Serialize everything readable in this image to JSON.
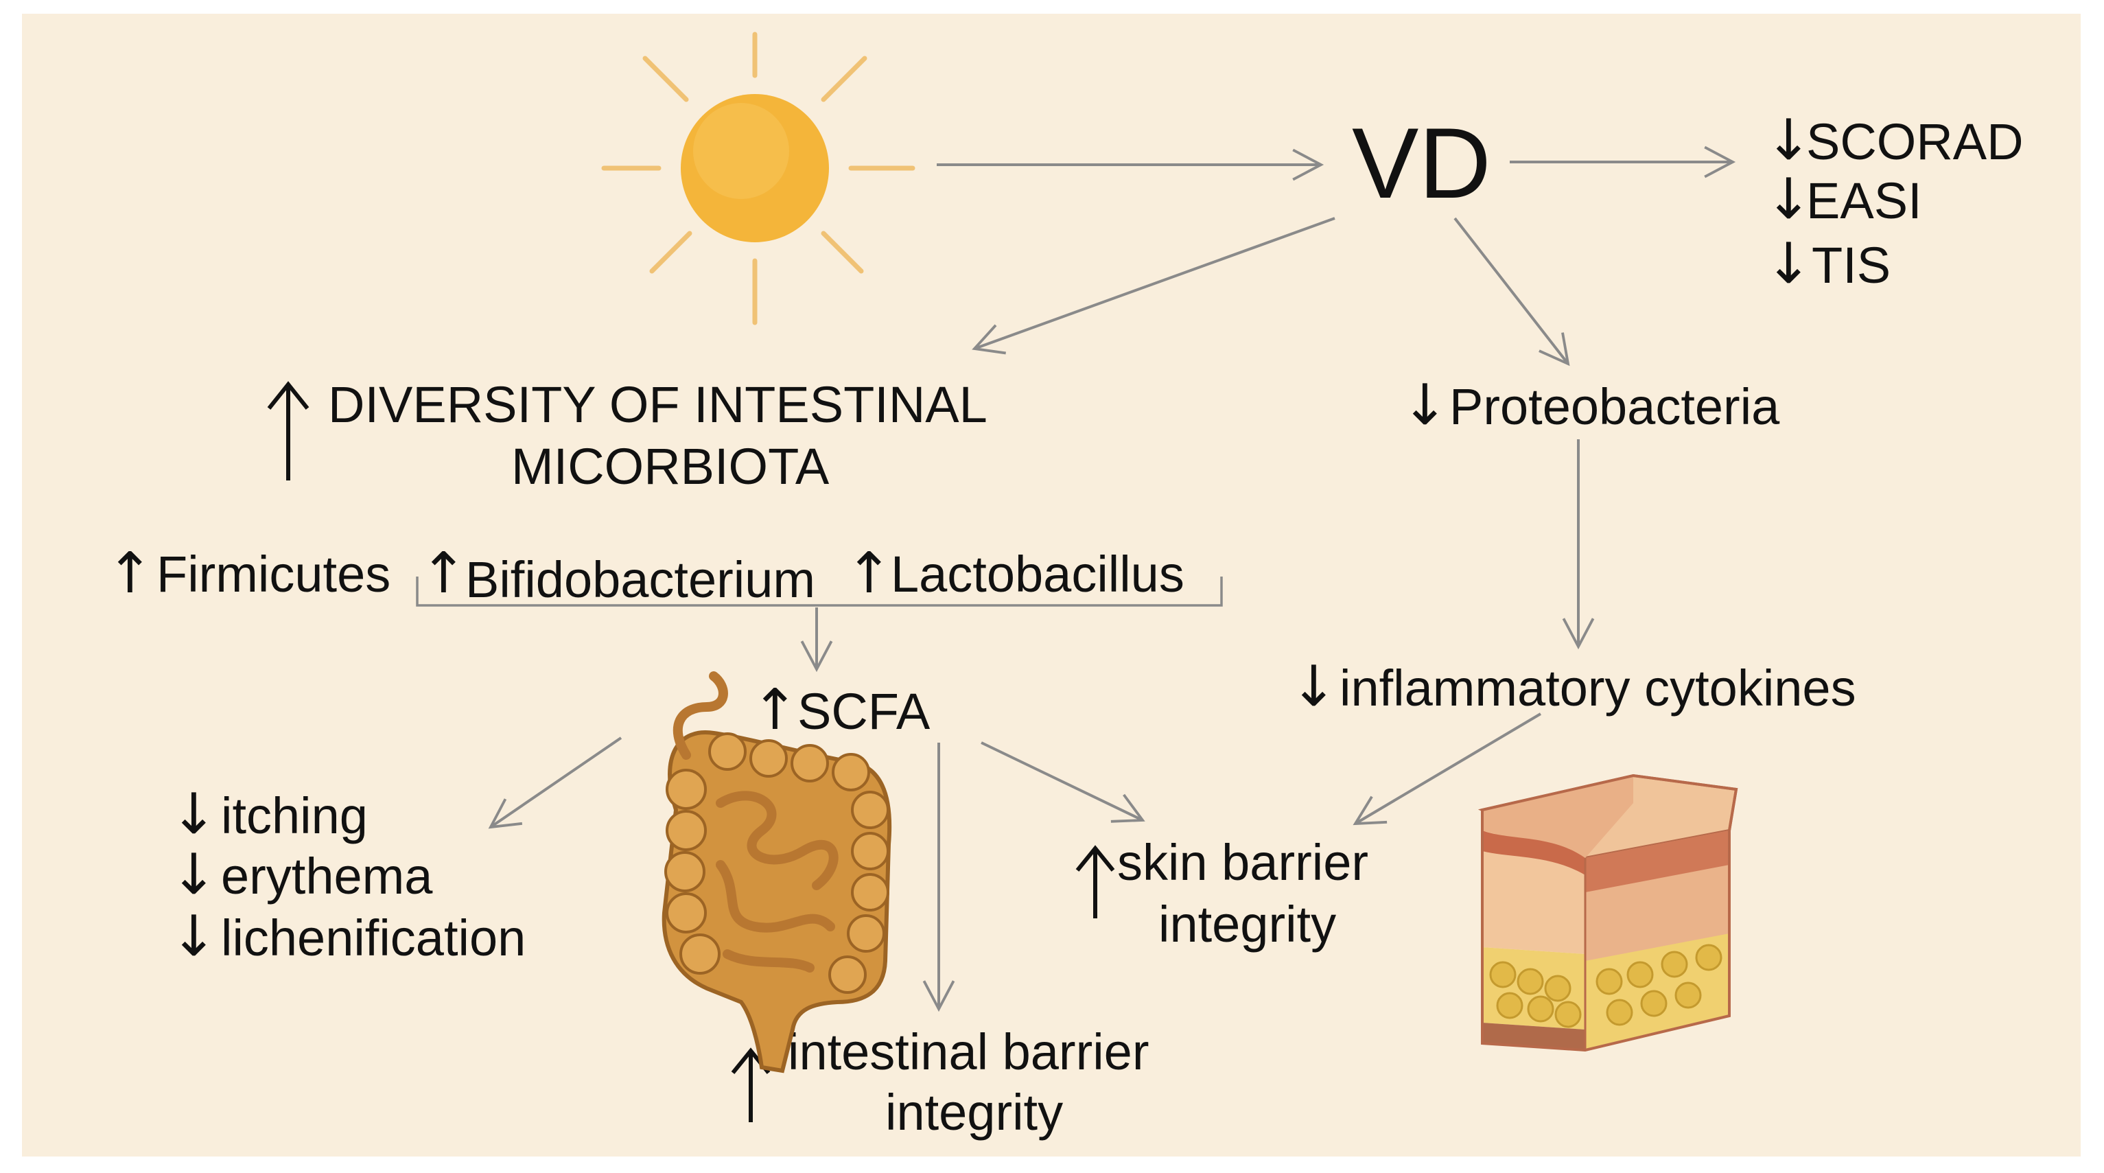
{
  "colors": {
    "background": "#f9eedc",
    "arrow": "#8a8a8a",
    "sun_fill": "#f4b53a",
    "sun_rays": "#f0c275",
    "intestine": "#d2933f",
    "skin_top": "#e9b087",
    "skin_dermis": "#f2c69c",
    "skin_fat": "#f0d070"
  },
  "icons": {
    "sun": "sun-icon",
    "intestine": "intestine-icon",
    "skin": "skin-layers-icon"
  },
  "nodes": {
    "vd": "VD",
    "scores": [
      {
        "arrow": "↓",
        "label": "SCORAD"
      },
      {
        "arrow": "↓",
        "label": "EASI"
      },
      {
        "arrow": "↓",
        "label": "TIS"
      }
    ],
    "diversity": {
      "arrow": "↑",
      "line1": "DIVERSITY OF INTESTINAL",
      "line2": "MICORBIOTA"
    },
    "bacteria": [
      {
        "arrow": "↑",
        "label": "Firmicutes"
      },
      {
        "arrow": "↑",
        "label": "Bifidobacterium"
      },
      {
        "arrow": "↑",
        "label": "Lactobacillus"
      }
    ],
    "proteobacteria": {
      "arrow": "↓",
      "label": "Proteobacteria"
    },
    "cytokines": {
      "arrow": "↓",
      "label": "inflammatory cytokines"
    },
    "scfa": {
      "arrow": "↑",
      "label": "SCFA"
    },
    "symptoms": [
      {
        "arrow": "↓",
        "label": "itching"
      },
      {
        "arrow": "↓",
        "label": "erythema"
      },
      {
        "arrow": "↓",
        "label": "lichenification"
      }
    ],
    "skin_barrier": {
      "arrow": "↑",
      "line1": "skin barrier",
      "line2": "integrity"
    },
    "intestinal_barrier": {
      "arrow": "↑",
      "line1": "intestinal barrier",
      "line2": "integrity"
    }
  }
}
